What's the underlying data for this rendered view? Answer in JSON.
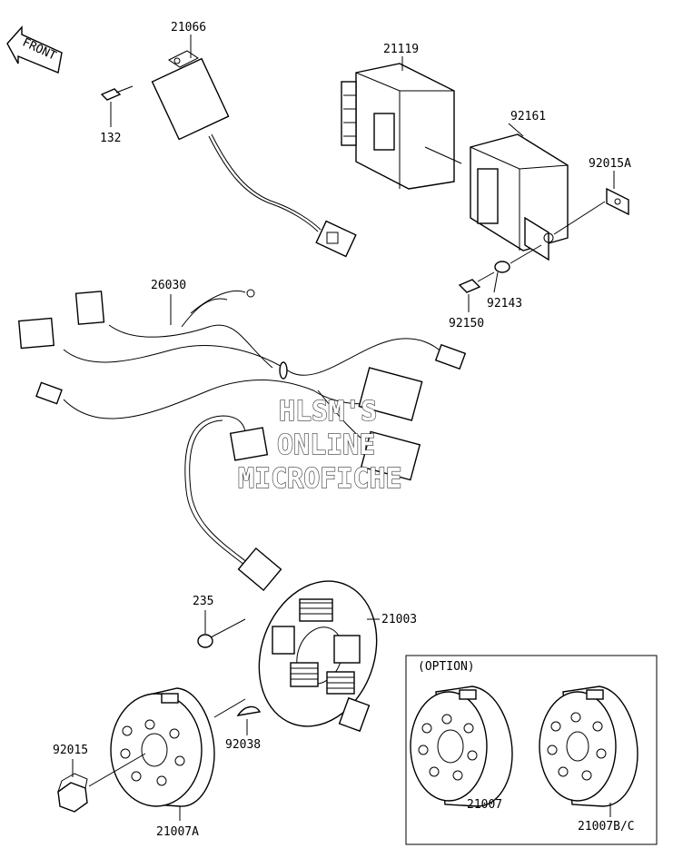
{
  "front_label": "FRONT",
  "option_label": "(OPTION)",
  "watermark": {
    "line1": "HLSM'S",
    "line2": "ONLINE",
    "line3": "MICROFICHE"
  },
  "parts": {
    "p21066": "21066",
    "p132": "132",
    "p21119": "21119",
    "p92161": "92161",
    "p92015A": "92015A",
    "p92143": "92143",
    "p92150": "92150",
    "p26030": "26030",
    "p235": "235",
    "p21003": "21003",
    "p92015": "92015",
    "p92038": "92038",
    "p21007A": "21007A",
    "p21007": "21007",
    "p21007BC": "21007B/C"
  }
}
